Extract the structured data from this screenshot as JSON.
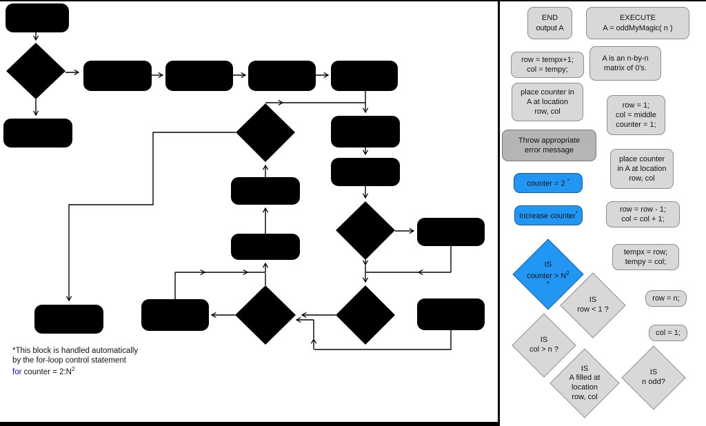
{
  "colors": {
    "accent-blue": "#2196f3",
    "accent-blue-border": "#0d5ba8",
    "gray-fill": "#d8d8d8",
    "gray-border": "#8c8c8c",
    "gray-dark-fill": "#b5b5b5",
    "keyword-blue": "#0000ff"
  },
  "palette": {
    "end": {
      "line1": "END",
      "line2": "output A"
    },
    "execute": {
      "line1": "EXECUTE",
      "line2": "A = oddMyMagic( n )"
    },
    "row_tempx": {
      "text": "row = tempx+1;\ncol = tempy;"
    },
    "matrix": {
      "text": "A is an n-by-n\nmatrix of 0's."
    },
    "place_counter_a": {
      "text": "place counter in\nA at location\nrow, col"
    },
    "row_one": {
      "text": "row = 1;\ncol = middle\ncounter = 1;"
    },
    "throw_error": {
      "text": "Throw appropriate\nerror message"
    },
    "place_counter_b": {
      "text": "place counter\nin A at location\nrow, col"
    },
    "counter_two": {
      "label": "counter = 2",
      "sup": "*"
    },
    "increase_counter": {
      "label": "Increase counter",
      "sup": "*"
    },
    "row_minus": {
      "text": "row = row - 1;\ncol = col + 1;"
    },
    "temp_assign": {
      "text": "tempx = row;\ntempy = col;"
    },
    "dia_counter": {
      "line1": "IS",
      "line2": "counter > N",
      "sup": "2",
      "star": "*"
    },
    "dia_row": {
      "line1": "IS",
      "line2": "row < 1 ?"
    },
    "row_n": {
      "text": "row = n;"
    },
    "dia_col": {
      "line1": "IS",
      "line2": "col > n ?"
    },
    "col_one": {
      "text": "col = 1;"
    },
    "dia_filled": {
      "line1": "IS",
      "line2": "A filled at\nlocation\nrow, col"
    },
    "dia_odd": {
      "line1": "IS",
      "line2": "n odd?"
    }
  },
  "footnote": {
    "line1": "*This block is handled automatically",
    "line2": "by the for-loop control statement",
    "keyword": "for",
    "code": " counter = 2:N",
    "sup": "2"
  }
}
